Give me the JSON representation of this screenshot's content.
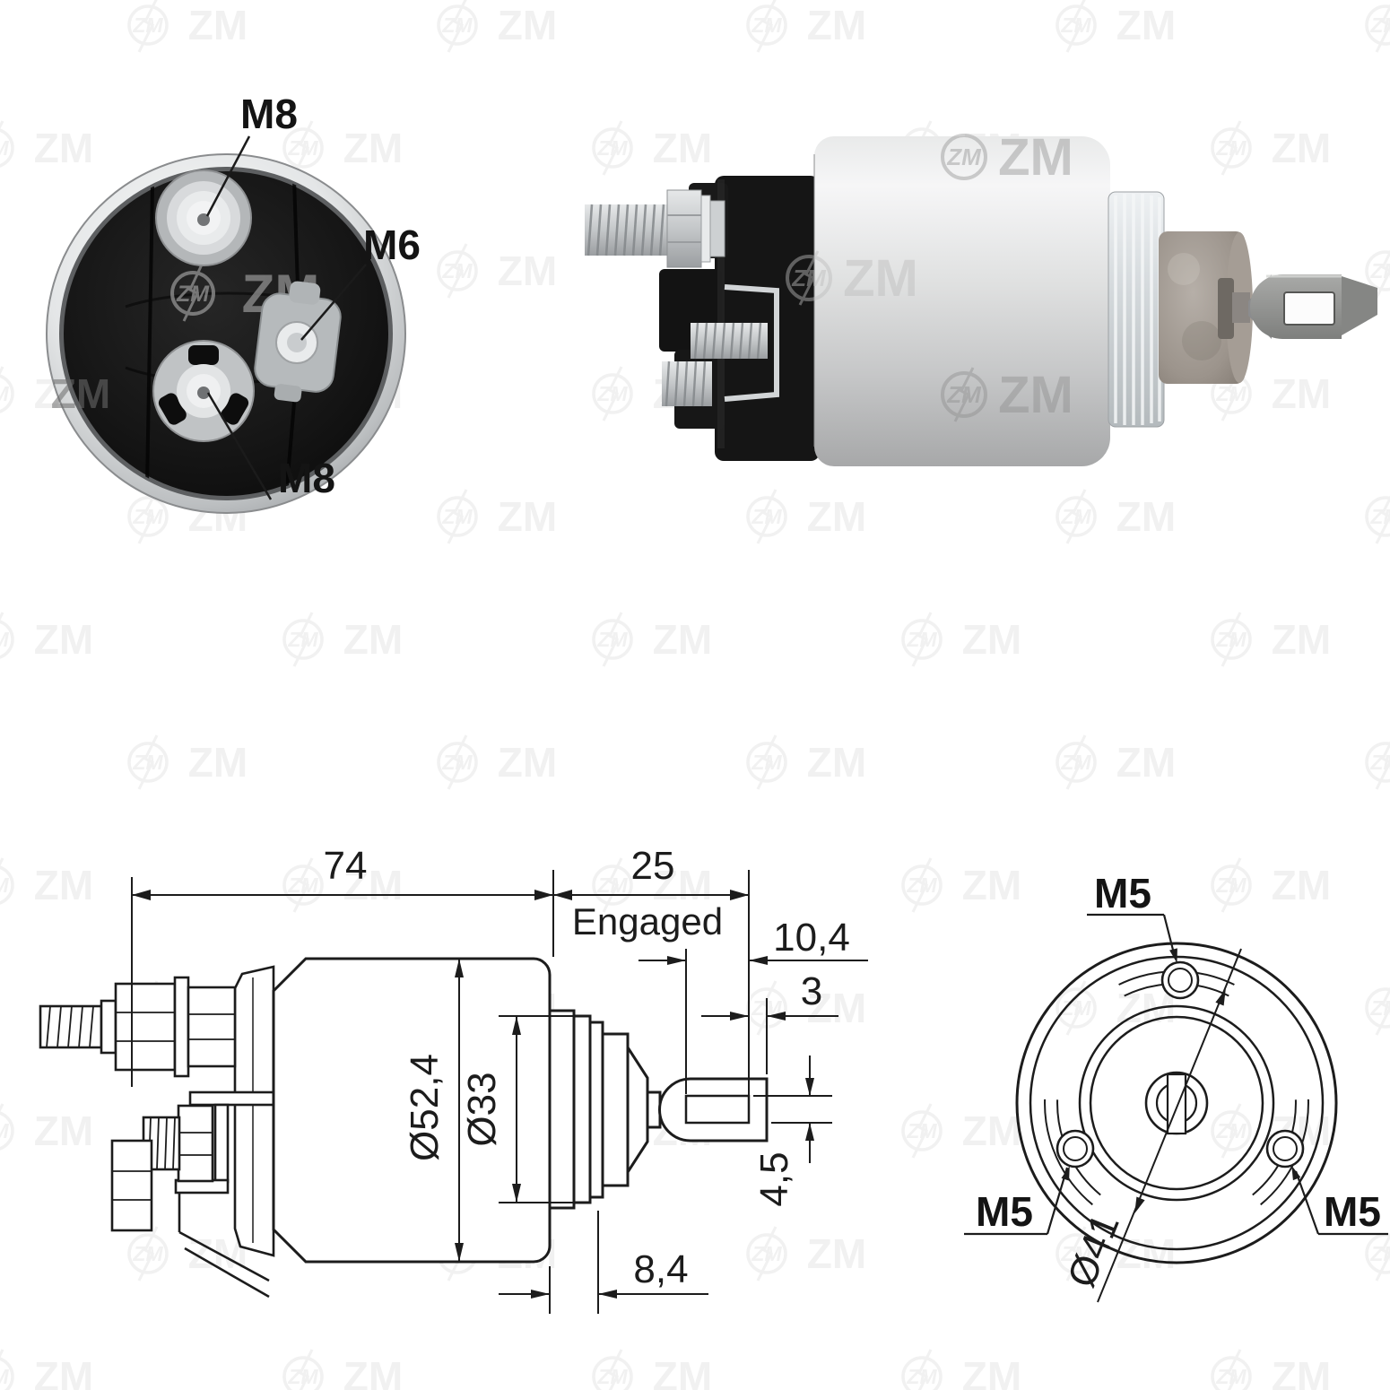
{
  "watermark": {
    "text": "ZM"
  },
  "rear_view": {
    "label_top": "M8",
    "label_right": "M6",
    "label_bottom": "M8"
  },
  "dim_drawing": {
    "len_total": "74",
    "len_travel": "25",
    "engaged": "Engaged",
    "plunger_len": "10,4",
    "fork_tip": "3",
    "dia_body": "Ø52,4",
    "dia_front": "Ø33",
    "slot_height": "4,5",
    "front_len": "8,4"
  },
  "flange_view": {
    "m5_top": "M5",
    "m5_bottom_left": "M5",
    "m5_bottom_right": "M5",
    "bolt_circle": "Ø41"
  }
}
